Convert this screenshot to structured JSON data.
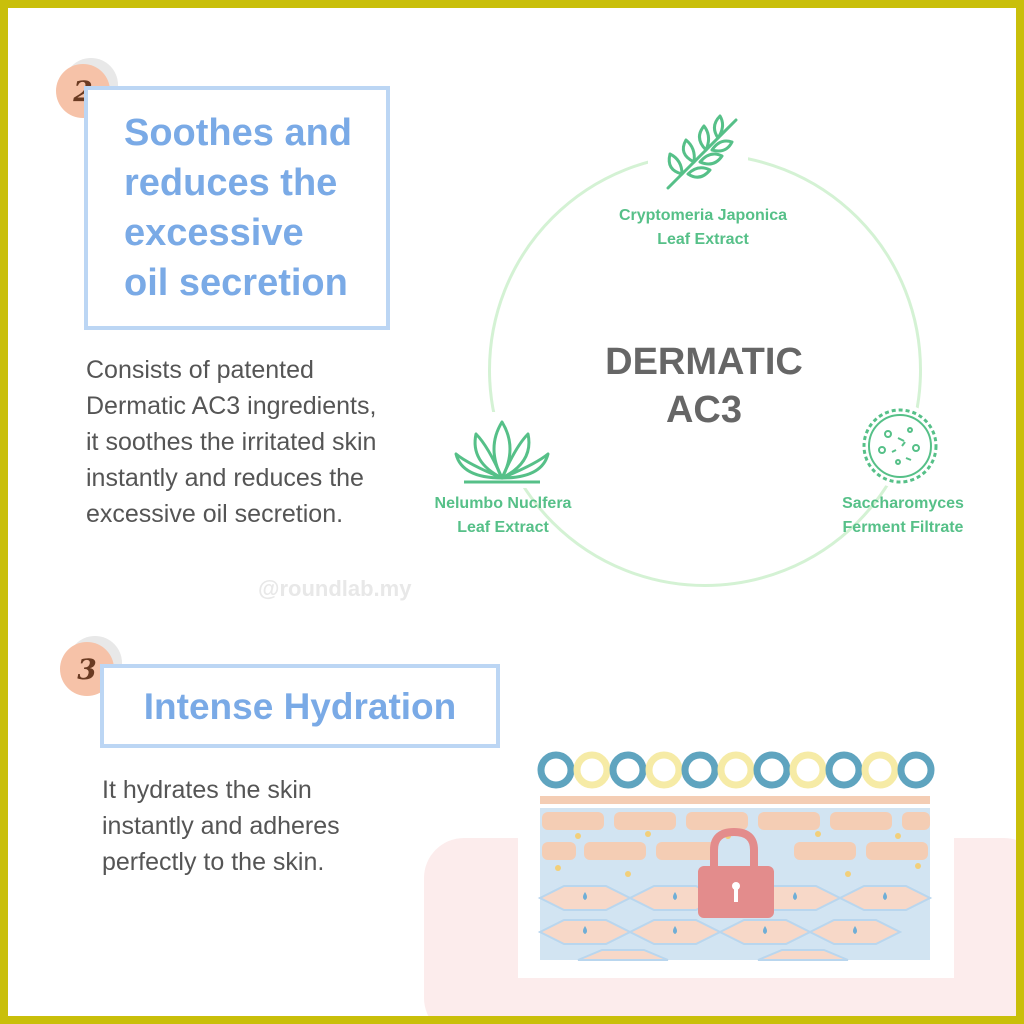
{
  "section2": {
    "number": "2",
    "title_lines": [
      "Soothes and",
      "reduces the",
      "excessive",
      "oil secretion"
    ],
    "body_lines": [
      "Consists of patented",
      "Dermatic AC3 ingredients,",
      "it soothes the irritated skin",
      "instantly and reduces the",
      "excessive oil secretion."
    ]
  },
  "diagram": {
    "center_lines": [
      "DERMATIC",
      "AC3"
    ],
    "ingredients": [
      {
        "name_lines": [
          "Cryptomeria Japonica",
          "Leaf Extract"
        ],
        "icon": "leaf-branch-icon"
      },
      {
        "name_lines": [
          "Nelumbo Nuclfera",
          "Leaf Extract"
        ],
        "icon": "lotus-icon"
      },
      {
        "name_lines": [
          "Saccharomyces",
          "Ferment Filtrate"
        ],
        "icon": "ferment-cell-icon"
      }
    ],
    "accent_color": "#56c088"
  },
  "watermark": "@roundlab.my",
  "section3": {
    "number": "3",
    "title": "Intense Hydration",
    "body_lines": [
      "It hydrates the skin",
      "instantly and adheres",
      "perfectly to the skin."
    ]
  },
  "illustration": {
    "icon": "skin-layers-lock-icon"
  },
  "colors": {
    "frame": "#c9bf0a",
    "title_blue": "#7aaae6",
    "badge_peach": "#f6c2a8",
    "text_gray": "#555555"
  }
}
